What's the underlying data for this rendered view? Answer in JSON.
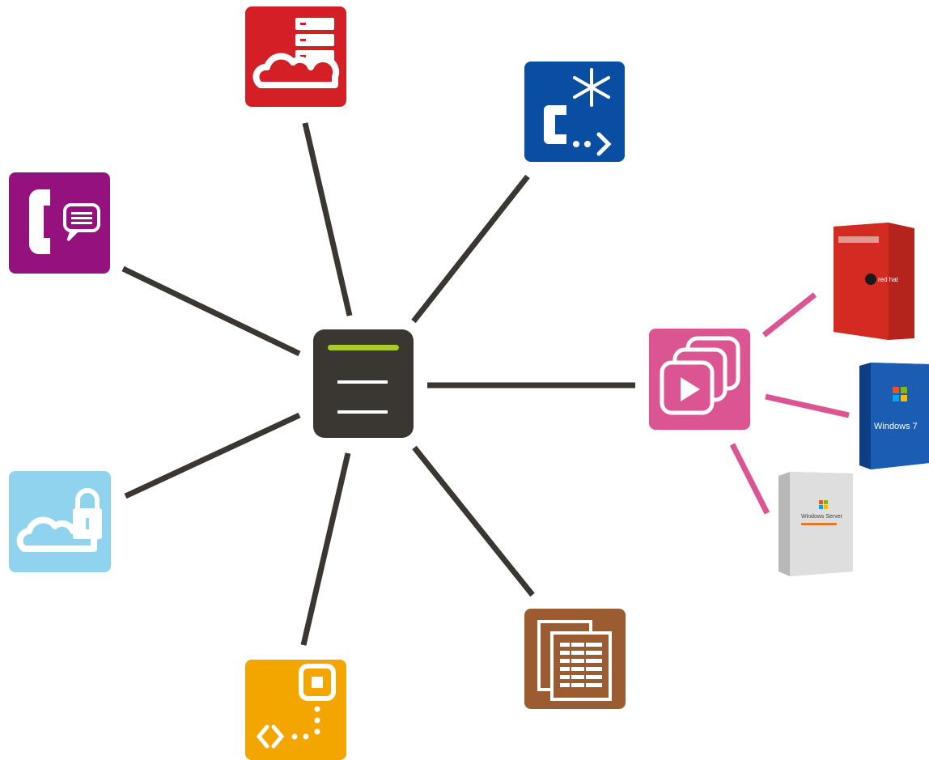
{
  "hub": {
    "icon": "server-hub-icon",
    "color": "#3a3632",
    "accent": "#a6cc2a"
  },
  "nodes": [
    {
      "id": "cloud-server",
      "icon": "cloud-server-icon",
      "color": "#d41f26"
    },
    {
      "id": "connector",
      "icon": "star-connector-icon",
      "color": "#0a4ea3"
    },
    {
      "id": "telephony",
      "icon": "phone-chat-icon",
      "color": "#95117d"
    },
    {
      "id": "secure-cloud",
      "icon": "cloud-lock-icon",
      "color": "#8fd3ef"
    },
    {
      "id": "integration",
      "icon": "module-arrow-icon",
      "color": "#f3a500"
    },
    {
      "id": "documents",
      "icon": "documents-icon",
      "color": "#9a5c30"
    },
    {
      "id": "virtualization",
      "icon": "virtual-media-icon",
      "color": "#dc5593"
    }
  ],
  "products": [
    {
      "id": "redhat",
      "icon": "redhat-box-icon",
      "color": "#d32a21",
      "label": "red hat"
    },
    {
      "id": "windows7",
      "icon": "windows7-box-icon",
      "color": "#1a5db3",
      "label": "Windows 7"
    },
    {
      "id": "windows-server",
      "icon": "windows-server-box-icon",
      "color": "#d8d8d8",
      "label": "Windows Server"
    }
  ],
  "colors": {
    "link": "#3a3632",
    "product_link": "#dc5593"
  }
}
